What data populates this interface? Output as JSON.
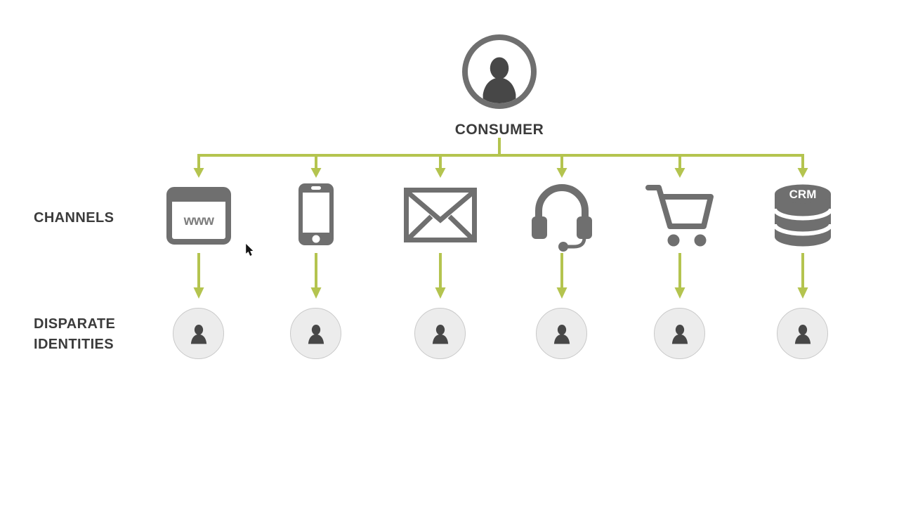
{
  "colors": {
    "background": "#ffffff",
    "connector": "#b4c44f",
    "icon_gray": "#6f6f6f",
    "icon_dark": "#474747",
    "identity_bg": "#ececec",
    "identity_border": "#c9c9c9",
    "label_text": "#3b3b3b",
    "www_text": "#7d7d7d"
  },
  "consumer": {
    "label": "CONSUMER",
    "icon": "person-icon"
  },
  "row_labels": {
    "channels": "CHANNELS",
    "identities_line1": "DISPARATE",
    "identities_line2": "IDENTITIES"
  },
  "channels": [
    {
      "icon": "www-browser-icon",
      "text": "www"
    },
    {
      "icon": "smartphone-icon"
    },
    {
      "icon": "email-envelope-icon"
    },
    {
      "icon": "headset-icon"
    },
    {
      "icon": "shopping-cart-icon"
    },
    {
      "icon": "crm-database-icon",
      "text": "CRM"
    }
  ],
  "identities": {
    "icon": "person-icon",
    "count": 6
  }
}
